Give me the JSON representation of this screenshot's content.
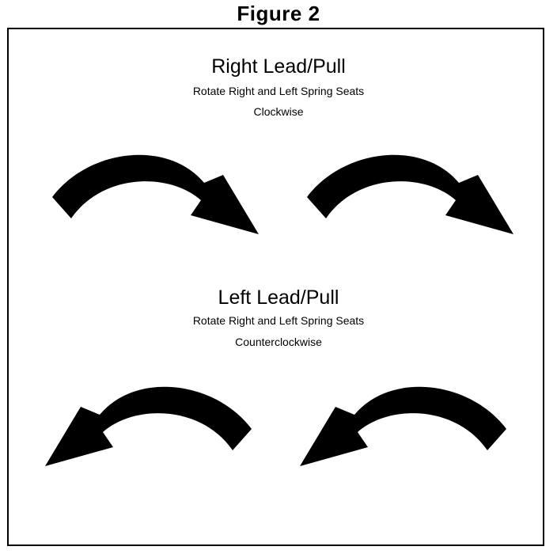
{
  "figure": {
    "title": "Figure 2"
  },
  "sections": [
    {
      "heading": "Right Lead/Pull",
      "line1": "Rotate Right and Left Spring Seats",
      "line2": "Clockwise",
      "direction": "clockwise"
    },
    {
      "heading": "Left Lead/Pull",
      "line1": "Rotate Right and Left Spring Seats",
      "line2": "Counterclockwise",
      "direction": "counterclockwise"
    }
  ],
  "colors": {
    "ink": "#000000",
    "background": "#ffffff"
  }
}
